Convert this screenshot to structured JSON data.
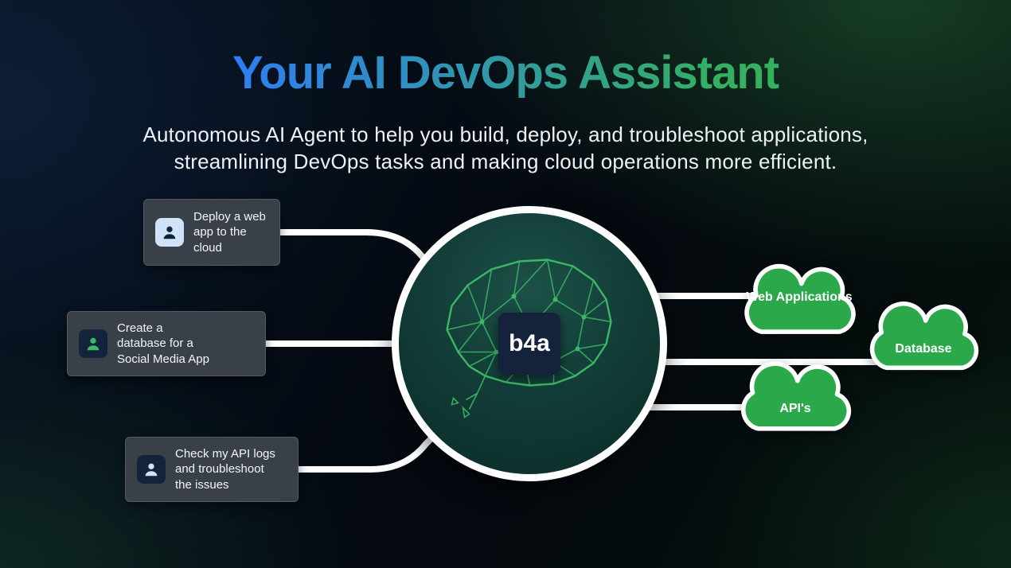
{
  "title": "Your AI DevOps Assistant",
  "subtitle": {
    "line1": "Autonomous AI Agent to help you build, deploy, and troubleshoot applications,",
    "line2": "streamlining DevOps tasks and making cloud operations more efficient."
  },
  "cards": [
    {
      "text": "Deploy a web app to the cloud",
      "icon": "user-icon"
    },
    {
      "text": "Create a database for a Social Media App",
      "icon": "user-icon"
    },
    {
      "text": "Check my API logs and troubleshoot the issues",
      "icon": "user-icon"
    }
  ],
  "hub": {
    "logo": "b4a",
    "graphic": "brain-network"
  },
  "clouds": [
    {
      "label": "Web Applications"
    },
    {
      "label": "Database"
    },
    {
      "label": "API's"
    }
  ],
  "colors": {
    "title_gradient_start": "#2e7df6",
    "title_gradient_end": "#35b05f",
    "cloud_green": "#2ba84a",
    "brain_green": "#3cb765",
    "card_background": "#3a4048",
    "logo_box_background": "#15223b"
  }
}
